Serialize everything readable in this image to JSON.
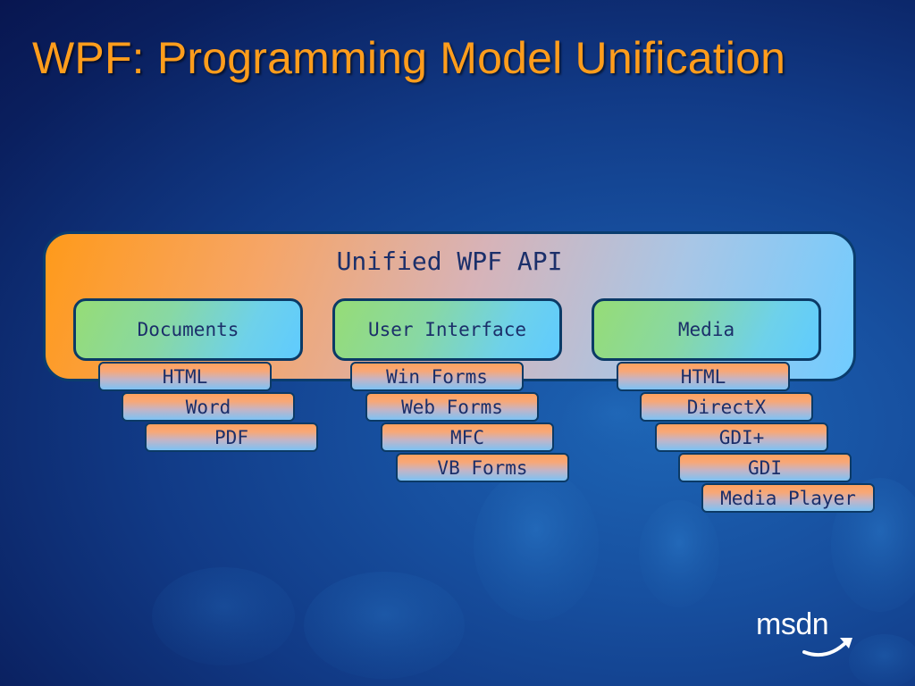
{
  "slide": {
    "title": "WPF: Programming Model Unification",
    "api_label": "Unified WPF API",
    "logo_text": "msdn"
  },
  "pillars": [
    {
      "label": "Documents",
      "items": [
        "HTML",
        "Word",
        "PDF"
      ]
    },
    {
      "label": "User Interface",
      "items": [
        "Win Forms",
        "Web Forms",
        "MFC",
        "VB Forms"
      ]
    },
    {
      "label": "Media",
      "items": [
        "HTML",
        "DirectX",
        "GDI+",
        "GDI",
        "Media Player"
      ]
    }
  ],
  "colors": {
    "title": "#ff9d1c",
    "background": "#113a86",
    "text": "#1b2f6a",
    "border": "#0b3a66"
  }
}
